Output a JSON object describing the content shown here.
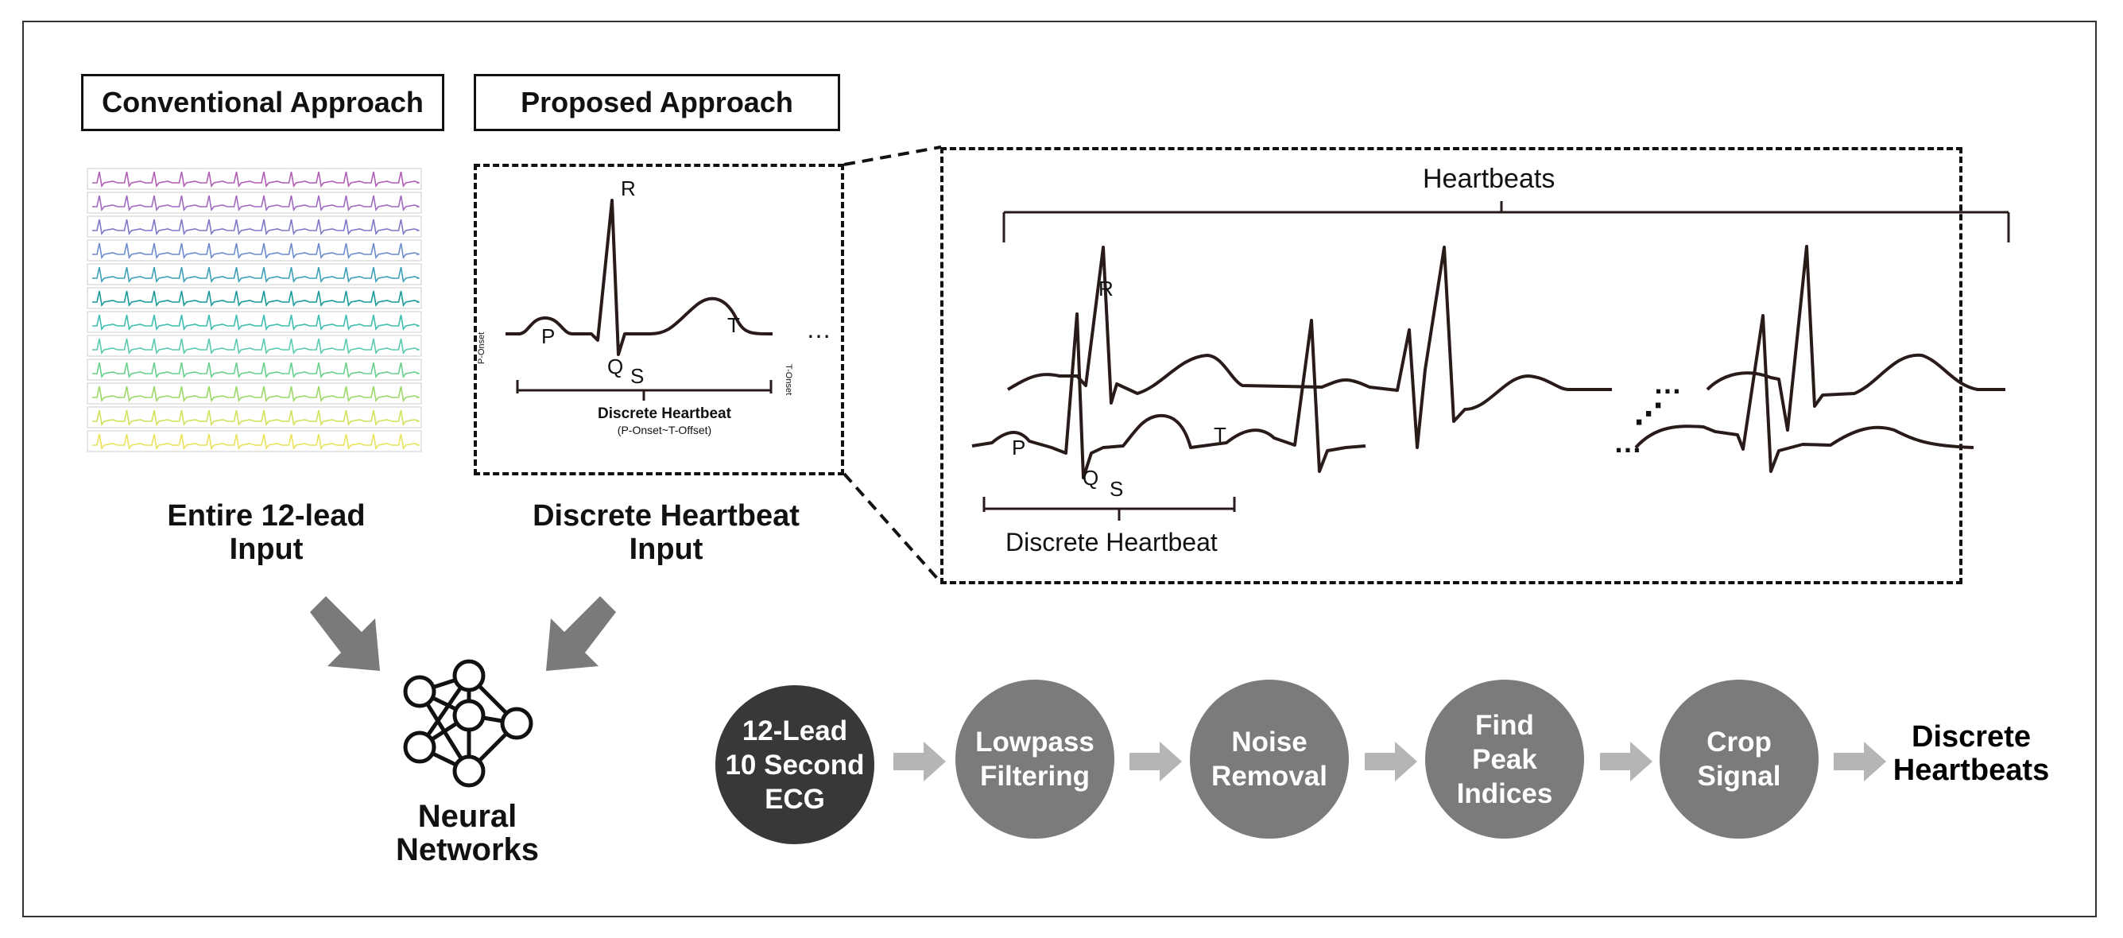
{
  "headers": {
    "conventional": "Conventional Approach",
    "proposed": "Proposed Approach"
  },
  "captions": {
    "conventional_input": "Entire 12-lead\nInput",
    "proposed_input": "Discrete Heartbeat\nInput",
    "neural_networks": "Neural\nNetworks"
  },
  "single_beat": {
    "labels": {
      "r": "R",
      "p": "P",
      "q": "Q",
      "s": "S",
      "t": "T"
    },
    "ellipsis": "…",
    "bracket_title": "Discrete Heartbeat",
    "bracket_subtitle": "(P-Onset~T-Offset)",
    "onset_label": "P-Onset",
    "offset_label": "T-Onset"
  },
  "zoom_panel": {
    "heartbeats_label": "Heartbeats",
    "discrete_label": "Discrete Heartbeat",
    "labels": {
      "r": "R",
      "p": "P",
      "q": "Q",
      "s": "S",
      "t": "T"
    },
    "ellipsis_upper": "…",
    "ellipsis_lower": "…",
    "ellipsis_diag": "⋰"
  },
  "pipeline": {
    "steps": [
      {
        "label": "12-Lead\n10 Second\nECG",
        "dark": true
      },
      {
        "label": "Lowpass\nFiltering",
        "dark": false
      },
      {
        "label": "Noise\nRemoval",
        "dark": false
      },
      {
        "label": "Find\nPeak\nIndices",
        "dark": false
      },
      {
        "label": "Crop\nSignal",
        "dark": false
      }
    ],
    "output": "Discrete\nHeartbeats"
  },
  "colors": {
    "lead_colors": [
      "#b05fb5",
      "#a06ac0",
      "#7d79c8",
      "#6b8ccc",
      "#3d9fb8",
      "#1a9a9a",
      "#3dbdb0",
      "#5acbb0",
      "#68d08c",
      "#9bd868",
      "#d3e05a",
      "#e8e35a"
    ],
    "arrow_gray": "#7a7a7a",
    "pipeline_arrow": "#b5b5b5",
    "circle_gray": "#7b7b7b",
    "circle_dark": "#383838"
  }
}
